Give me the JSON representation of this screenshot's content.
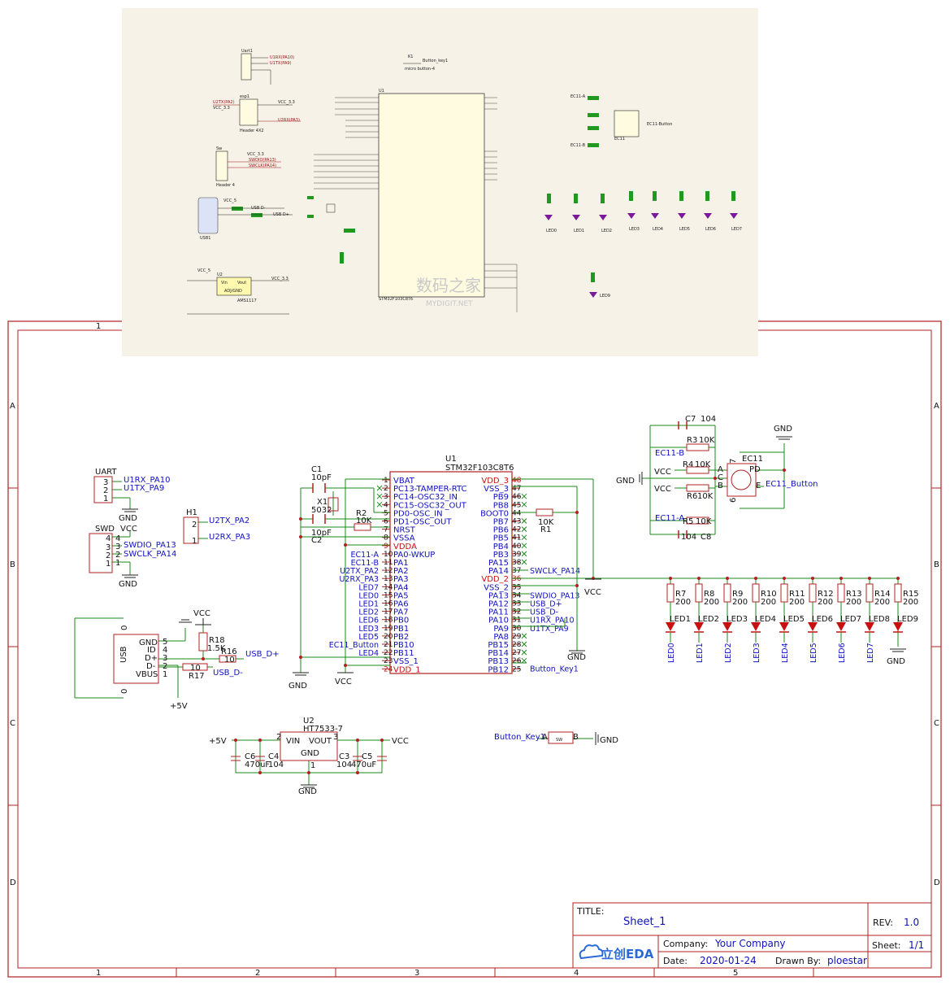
{
  "title_block": {
    "title_label": "TITLE:",
    "title": "Sheet_1",
    "rev_label": "REV:",
    "rev": "1.0",
    "company_label": "Company:",
    "company": "Your Company",
    "sheet_label": "Sheet:",
    "sheet": "1/1",
    "date_label": "Date:",
    "date": "2020-01-24",
    "drawn_label": "Drawn By:",
    "drawn": "ploestar",
    "logo_text": "立创EDA"
  },
  "frame": {
    "cols": [
      "1",
      "2",
      "3",
      "4",
      "5"
    ],
    "rows": [
      "A",
      "B",
      "C",
      "D"
    ]
  },
  "mcu": {
    "ref": "U1",
    "part": "STM32F103C8T6",
    "left_pins": [
      {
        "n": "1",
        "name": "VBAT",
        "net": ""
      },
      {
        "n": "2",
        "name": "PC13-TAMPER-RTC",
        "net": ""
      },
      {
        "n": "3",
        "name": "PC14-OSC32_IN",
        "net": ""
      },
      {
        "n": "4",
        "name": "PC15-OSC32_OUT",
        "net": ""
      },
      {
        "n": "5",
        "name": "PD0-OSC_IN",
        "net": ""
      },
      {
        "n": "6",
        "name": "PD1-OSC_OUT",
        "net": ""
      },
      {
        "n": "7",
        "name": "NRST",
        "net": ""
      },
      {
        "n": "8",
        "name": "VSSA",
        "net": ""
      },
      {
        "n": "9",
        "name": "VDDA",
        "net": ""
      },
      {
        "n": "10",
        "name": "PA0-WKUP",
        "net": "EC11-A"
      },
      {
        "n": "11",
        "name": "PA1",
        "net": "EC11-B"
      },
      {
        "n": "12",
        "name": "PA2",
        "net": "U2TX_PA2"
      },
      {
        "n": "13",
        "name": "PA3",
        "net": "U2RX_PA3"
      },
      {
        "n": "14",
        "name": "PA4",
        "net": "LED7"
      },
      {
        "n": "15",
        "name": "PA5",
        "net": "LED0"
      },
      {
        "n": "16",
        "name": "PA6",
        "net": "LED1"
      },
      {
        "n": "17",
        "name": "PA7",
        "net": "LED2"
      },
      {
        "n": "18",
        "name": "PB0",
        "net": "LED6"
      },
      {
        "n": "19",
        "name": "PB1",
        "net": "LED3"
      },
      {
        "n": "20",
        "name": "PB2",
        "net": "LED5"
      },
      {
        "n": "21",
        "name": "PB10",
        "net": "EC11_Button"
      },
      {
        "n": "22",
        "name": "PB11",
        "net": "LED4"
      },
      {
        "n": "23",
        "name": "VSS_1",
        "net": ""
      },
      {
        "n": "24",
        "name": "VDD_1",
        "net": ""
      }
    ],
    "right_pins": [
      {
        "n": "48",
        "name": "VDD_3",
        "net": ""
      },
      {
        "n": "47",
        "name": "VSS_3",
        "net": ""
      },
      {
        "n": "46",
        "name": "PB9",
        "net": ""
      },
      {
        "n": "45",
        "name": "PB8",
        "net": ""
      },
      {
        "n": "44",
        "name": "BOOT0",
        "net": ""
      },
      {
        "n": "43",
        "name": "PB7",
        "net": ""
      },
      {
        "n": "42",
        "name": "PB6",
        "net": ""
      },
      {
        "n": "41",
        "name": "PB5",
        "net": ""
      },
      {
        "n": "40",
        "name": "PB4",
        "net": ""
      },
      {
        "n": "39",
        "name": "PB3",
        "net": ""
      },
      {
        "n": "38",
        "name": "PA15",
        "net": ""
      },
      {
        "n": "37",
        "name": "PA14",
        "net": "SWCLK_PA14"
      },
      {
        "n": "36",
        "name": "VDD_2",
        "net": ""
      },
      {
        "n": "35",
        "name": "VSS_2",
        "net": ""
      },
      {
        "n": "34",
        "name": "PA13",
        "net": "SWDIO_PA13"
      },
      {
        "n": "33",
        "name": "PA12",
        "net": "USB_D+"
      },
      {
        "n": "32",
        "name": "PA11",
        "net": "USB_D-"
      },
      {
        "n": "31",
        "name": "PA10",
        "net": "U1RX_PA10"
      },
      {
        "n": "30",
        "name": "PA9",
        "net": "U1TX_PA9"
      },
      {
        "n": "29",
        "name": "PA8",
        "net": ""
      },
      {
        "n": "28",
        "name": "PB15",
        "net": ""
      },
      {
        "n": "27",
        "name": "PB14",
        "net": ""
      },
      {
        "n": "26",
        "name": "PB13",
        "net": ""
      },
      {
        "n": "25",
        "name": "PB12",
        "net": "Button_Key1"
      }
    ]
  },
  "labels": {
    "gnd": "GND",
    "vcc": "VCC",
    "p5v": "+5V",
    "c1": "C1",
    "c1v": "10pF",
    "c2": "C2",
    "c2v": "10pF",
    "x1": "X1",
    "x1v": "5032",
    "r2": "R2",
    "r2v": "10K",
    "r1": "R1",
    "r1v": "10K",
    "uart": "UART",
    "uart_p3": "3",
    "uart_p2": "2",
    "uart_p1": "1",
    "uart_n1": "U1RX_PA10",
    "uart_n2": "U1TX_PA9",
    "h1": "H1",
    "h1_p2": "2",
    "h1_p1": "1",
    "h1_n1": "U2TX_PA2",
    "h1_n2": "U2RX_PA3",
    "swd": "SWD",
    "swd_p4": "4",
    "swd_p3": "3",
    "swd_p2": "2",
    "swd_p1": "1",
    "swd_n1": "SWDIO_PA13",
    "swd_n2": "SWCLK_PA14",
    "usb": "USB",
    "usb_gnd": "GND",
    "usb_id": "ID",
    "usb_dp": "D+",
    "usb_dm": "D-",
    "usb_vbus": "VBUS",
    "usb_p5": "5",
    "usb_p4": "4",
    "usb_p3": "3",
    "usb_p2": "2",
    "usb_p1": "1",
    "usb_s0a": "0",
    "usb_s0b": "0",
    "r18": "R18",
    "r18v": "1.5K",
    "r16": "R16",
    "r16v": "10",
    "r17": "R17",
    "r17v": "10",
    "usb_dp_net": "USB_D+",
    "usb_dm_net": "USB_D-",
    "u2": "U2",
    "u2p": "HT7533-7",
    "u2_vin": "VIN",
    "u2_vout": "VOUT",
    "u2_gnd": "GND",
    "u2_p2": "2",
    "u2_p3": "3",
    "u2_p1": "1",
    "c6": "C6",
    "c6v": "470uF",
    "c4": "C4",
    "c4v": "104",
    "c3": "C3",
    "c3v": "104",
    "c5": "C5",
    "c5v": "470uF",
    "ec11": "EC11",
    "ec11_pd": "PD",
    "ec11_a": "A",
    "ec11_c": "C",
    "ec11_b": "B",
    "ec11_e": "E",
    "ec11_7": "7",
    "ec11_6": "6",
    "ec11_btn": "EC11_Button",
    "c7": "C7",
    "c7v": "104",
    "c8": "C8",
    "c8v": "104",
    "r3": "R3",
    "r3v": "10K",
    "r4": "R4",
    "r4v": "10K",
    "r6": "R6",
    "r6v": "10K",
    "r5": "R5",
    "r5v": "10K",
    "ec11b": "EC11-B",
    "ec11a_net": "EC11-A",
    "btn_net": "Button_Key1",
    "btn_a": "A",
    "btn_b": "B",
    "btn_sw": "SW",
    "watermark": "数码之家",
    "watermark2": "MYDIGIT.NET"
  },
  "leds": [
    {
      "r": "R7",
      "rv": "200",
      "led": "LED1",
      "net": "LED0"
    },
    {
      "r": "R8",
      "rv": "200",
      "led": "LED2",
      "net": "LED1"
    },
    {
      "r": "R9",
      "rv": "200",
      "led": "LED3",
      "net": "LED2"
    },
    {
      "r": "R10",
      "rv": "200",
      "led": "LED4",
      "net": "LED3"
    },
    {
      "r": "R11",
      "rv": "200",
      "led": "LED5",
      "net": "LED4"
    },
    {
      "r": "R12",
      "rv": "200",
      "led": "LED6",
      "net": "LED5"
    },
    {
      "r": "R13",
      "rv": "200",
      "led": "LED7",
      "net": "LED6"
    },
    {
      "r": "R14",
      "rv": "200",
      "led": "LED8",
      "net": "LED7"
    },
    {
      "r": "R15",
      "rv": "200",
      "led": "LED9",
      "net": ""
    }
  ],
  "photo": {
    "uart": "Uart1",
    "uart_n1": "U1RX(PA10)",
    "uart_n2": "U1TX(PA9)",
    "esp": "esp1",
    "esp_hdr": "Header 4X2",
    "esp_n1": "U2TX(PA2)",
    "esp_n2": "VCC_3.3",
    "esp_n3": "VCC_3.3",
    "esp_n4": "U2RX(PA3)",
    "sw": "Sw",
    "sw_hdr": "Header 4",
    "sw_n1": "VCC_3.3",
    "sw_n2": "SWDIO(PA13)",
    "sw_n3": "SWCLK(PA14)",
    "usb": "USB1",
    "usb_vcc": "VCC_5",
    "usb_dm": "USB D-",
    "usb_dp": "USB D+",
    "k1": "K1",
    "k1_net": "Button_key1",
    "k1_part": "micro button-4",
    "u1": "U1",
    "u1_part": "STM32F103C8T6",
    "u2": "U2",
    "u2_part": "AMS1117",
    "u2_in": "Vin",
    "u2_out": "Vout",
    "u2_gnd": "ADJ/GND",
    "vcc5": "VCC_5",
    "vcc33": "VCC_3.3",
    "ec11": "EC11",
    "ec11_btn": "EC11-Button",
    "ec11a": "EC11-A",
    "ec11b": "EC11-B",
    "leds": [
      "LED0",
      "LED1",
      "LED2",
      "LED3",
      "LED4",
      "LED5",
      "LED6",
      "LED7"
    ],
    "led9": "LED9"
  }
}
